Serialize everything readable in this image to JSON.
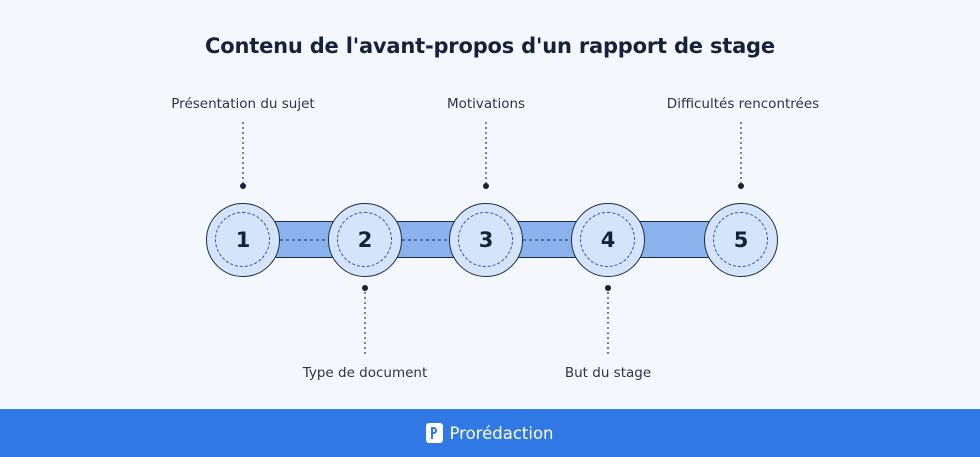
{
  "title": "Contenu de l'avant-propos d'un rapport de stage",
  "steps": [
    {
      "number": "1",
      "label": "Présentation du sujet",
      "position": "top"
    },
    {
      "number": "2",
      "label": "Type de document",
      "position": "bottom"
    },
    {
      "number": "3",
      "label": "Motivations",
      "position": "top"
    },
    {
      "number": "4",
      "label": "But du stage",
      "position": "bottom"
    },
    {
      "number": "5",
      "label": "Difficultés rencontrées",
      "position": "top"
    }
  ],
  "footer": {
    "brand": "Prorédaction",
    "logo_icon": "brand-logo-icon"
  },
  "colors": {
    "background": "#f4f7fb",
    "bar": "#8ab3ee",
    "circle_fill": "#d4e5fb",
    "dashed_ring": "#2a49c9",
    "footer": "#3079e4"
  }
}
